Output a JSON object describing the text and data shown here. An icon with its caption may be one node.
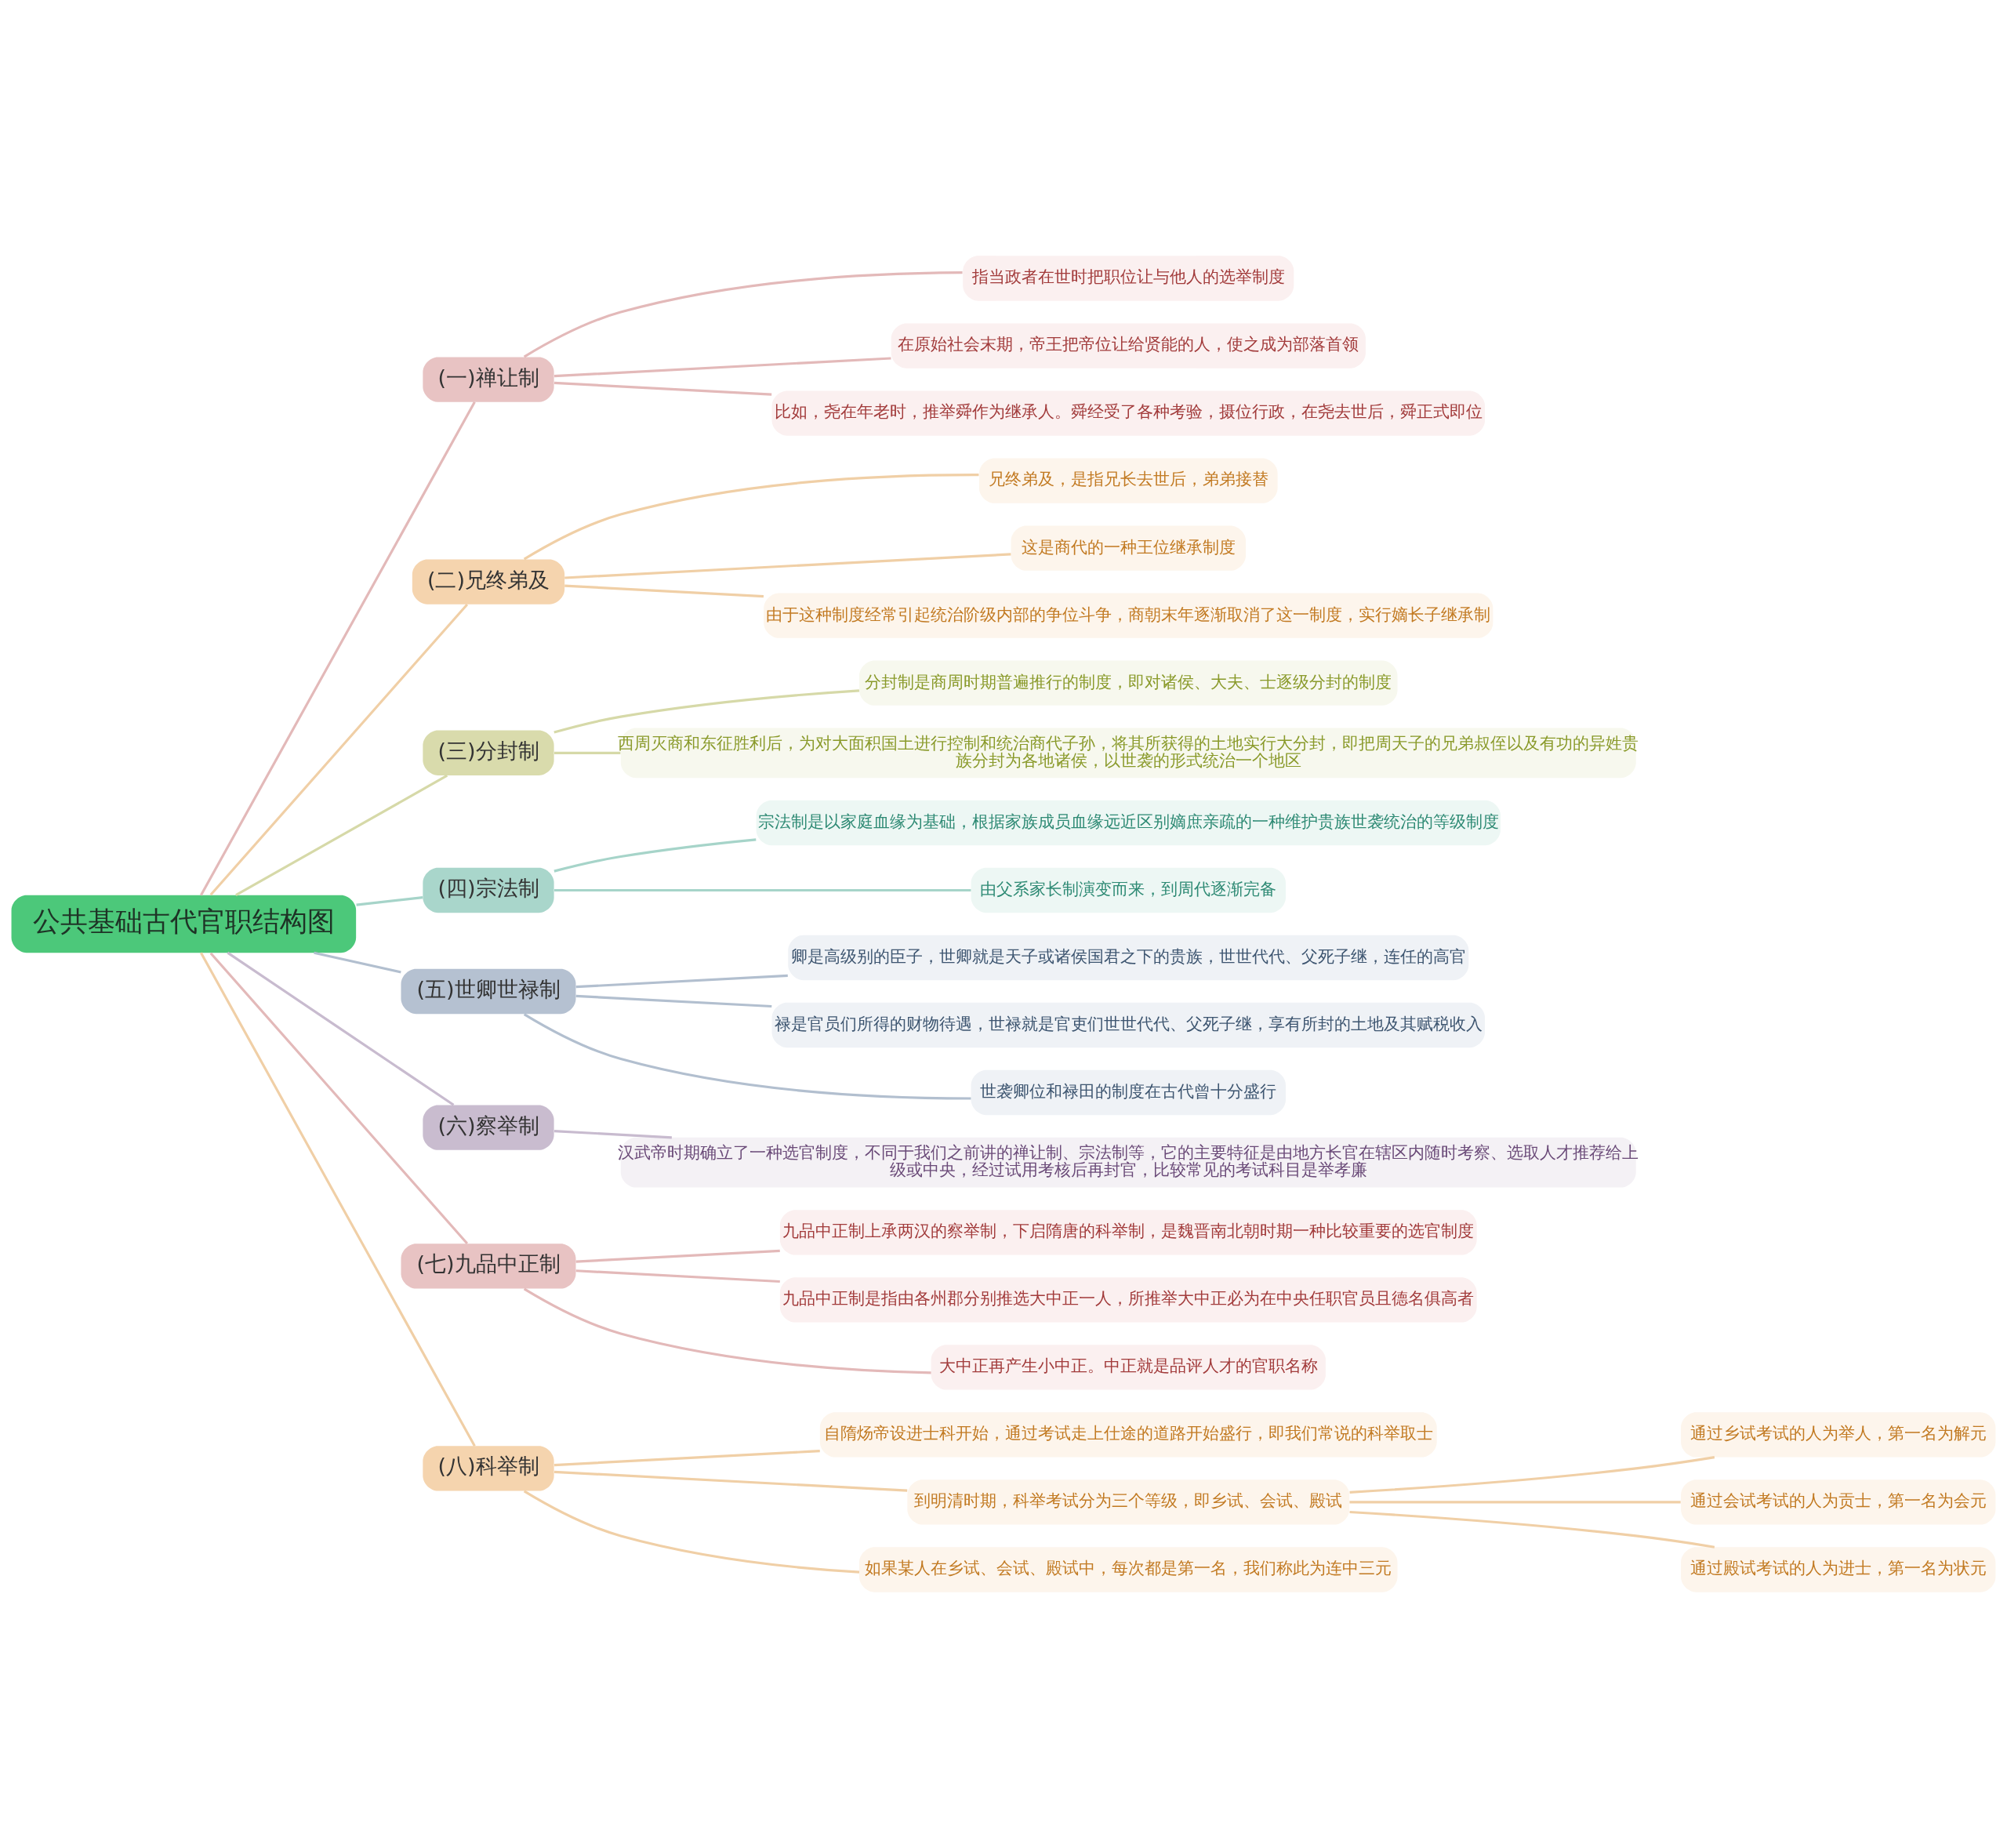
{
  "diagram": {
    "nodes": [
      {
        "text": [
          "公共基础古代官职结构图"
        ]
      },
      {
        "text": [
          "(一)禅让制"
        ]
      },
      {
        "text": [
          "指当政者在世时把职位让与他人的选举制度"
        ]
      },
      {
        "text": [
          "在原始社会末期，帝王把帝位让给贤能的人，使之成为部落首领"
        ]
      },
      {
        "text": [
          "比如，尧在年老时，推举舜作为继承人。舜经受了各种考验，摄位行政，在尧去世后，舜正式即位"
        ]
      },
      {
        "text": [
          "(二)兄终弟及"
        ]
      },
      {
        "text": [
          "兄终弟及，是指兄长去世后，弟弟接替"
        ]
      },
      {
        "text": [
          "这是商代的一种王位继承制度"
        ]
      },
      {
        "text": [
          "由于这种制度经常引起统治阶级内部的争位斗争，商朝末年逐渐取消了这一制度，实行嫡长子继承制"
        ]
      },
      {
        "text": [
          "(三)分封制"
        ]
      },
      {
        "text": [
          "分封制是商周时期普遍推行的制度，即对诸侯、大夫、士逐级分封的制度"
        ]
      },
      {
        "text": [
          "西周灭商和东征胜利后，为对大面积国土进行控制和统治商代子孙，将其所获得的土地实行大分封，即把周天子的兄弟叔侄以及有功的异姓贵族分封为各地诸侯，以世袭的形式统治一个地区"
        ]
      },
      {
        "text": [
          "(四)宗法制"
        ]
      },
      {
        "text": [
          "宗法制是以家庭血缘为基础，根据家族成员血缘远近区别嫡庶亲疏的一种维护贵族世袭统治的等级制度"
        ]
      },
      {
        "text": [
          "由父系家长制演变而来，到周代逐渐完备"
        ]
      },
      {
        "text": [
          "(五)世卿世禄制"
        ]
      },
      {
        "text": [
          "卿是高级别的臣子，世卿就是天子或诸侯国君之下的贵族，世世代代、父死子继，连任的高官"
        ]
      },
      {
        "text": [
          "禄是官员们所得的财物待遇，世禄就是官吏们世世代代、父死子继，享有所封的土地及其赋税收入"
        ]
      },
      {
        "text": [
          "世袭卿位和禄田的制度在古代曾十分盛行"
        ]
      },
      {
        "text": [
          "(六)察举制"
        ]
      },
      {
        "text": [
          "汉武帝时期确立了一种选官制度，不同于我们之前讲的禅让制、宗法制等，它的主要特征是由地方长官在辖区内随时考察、选取人才推荐给上级或中央，经过试用考核后再封官，比较常见的考试科目是举孝廉"
        ]
      },
      {
        "text": [
          "(七)九品中正制"
        ]
      },
      {
        "text": [
          "九品中正制上承两汉的察举制，下启隋唐的科举制，是魏晋南北朝时期一种比较重要的选官制度"
        ]
      },
      {
        "text": [
          "九品中正制是指由各州郡分别推选大中正一人，所推举大中正必为在中央任职官员且德名俱高者"
        ]
      },
      {
        "text": [
          "大中正再产生小中正。中正就是品评人才的官职名称"
        ]
      },
      {
        "text": [
          "(八)科举制"
        ]
      },
      {
        "text": [
          "自隋炀帝设进士科开始，通过考试走上仕途的道路开始盛行，即我们常说的科举取士"
        ]
      },
      {
        "text": [
          "到明清时期，科举考试分为三个等级，即乡试、会试、殿试"
        ]
      },
      {
        "text": [
          "通过乡试考试的人为举人，第一名为解元"
        ]
      },
      {
        "text": [
          "通过会试考试的人为贡士，第一名为会元"
        ]
      },
      {
        "text": [
          "通过殿试考试的人为进士，第一名为状元"
        ]
      },
      {
        "text": [
          "如果某人在乡试、会试、殿试中，每次都是第一名，我们称此为连中三元"
        ]
      }
    ],
    "edges": [
      {
        "from": 0,
        "to": 1,
        "arrow": "none",
        "color": "#e3b9b9"
      },
      {
        "from": 1,
        "to": 2,
        "arrow": "none",
        "color": "#e3b9b9"
      },
      {
        "from": 1,
        "to": 3,
        "arrow": "none",
        "color": "#e3b9b9"
      },
      {
        "from": 1,
        "to": 4,
        "arrow": "none",
        "color": "#e3b9b9"
      },
      {
        "from": 0,
        "to": 5,
        "arrow": "none",
        "color": "#f0cfa6"
      },
      {
        "from": 5,
        "to": 6,
        "arrow": "none",
        "color": "#f0cfa6"
      },
      {
        "from": 5,
        "to": 7,
        "arrow": "none",
        "color": "#f0cfa6"
      },
      {
        "from": 5,
        "to": 8,
        "arrow": "none",
        "color": "#f0cfa6"
      },
      {
        "from": 0,
        "to": 9,
        "arrow": "none",
        "color": "#d6d9a8"
      },
      {
        "from": 9,
        "to": 10,
        "arrow": "none",
        "color": "#d6d9a8"
      },
      {
        "from": 9,
        "to": 11,
        "arrow": "none",
        "color": "#d6d9a8"
      },
      {
        "from": 0,
        "to": 12,
        "arrow": "none",
        "color": "#a6d4c9"
      },
      {
        "from": 12,
        "to": 13,
        "arrow": "none",
        "color": "#a6d4c9"
      },
      {
        "from": 12,
        "to": 14,
        "arrow": "none",
        "color": "#a6d4c9"
      },
      {
        "from": 0,
        "to": 15,
        "arrow": "none",
        "color": "#b2bfcf"
      },
      {
        "from": 15,
        "to": 16,
        "arrow": "none",
        "color": "#b2bfcf"
      },
      {
        "from": 15,
        "to": 17,
        "arrow": "none",
        "color": "#b2bfcf"
      },
      {
        "from": 15,
        "to": 18,
        "arrow": "none",
        "color": "#b2bfcf"
      },
      {
        "from": 0,
        "to": 19,
        "arrow": "none",
        "color": "#c8bbcf"
      },
      {
        "from": 19,
        "to": 20,
        "arrow": "none",
        "color": "#c8bbcf"
      },
      {
        "from": 0,
        "to": 21,
        "arrow": "none",
        "color": "#e3b9b9"
      },
      {
        "from": 21,
        "to": 22,
        "arrow": "none",
        "color": "#e3b9b9"
      },
      {
        "from": 21,
        "to": 23,
        "arrow": "none",
        "color": "#e3b9b9"
      },
      {
        "from": 21,
        "to": 24,
        "arrow": "none",
        "color": "#e3b9b9"
      },
      {
        "from": 0,
        "to": 25,
        "arrow": "none",
        "color": "#f0cfa6"
      },
      {
        "from": 25,
        "to": 26,
        "arrow": "none",
        "color": "#f0cfa6"
      },
      {
        "from": 25,
        "to": 27,
        "arrow": "none",
        "color": "#f0cfa6"
      },
      {
        "from": 27,
        "to": 28,
        "arrow": "none",
        "color": "#f0cfa6"
      },
      {
        "from": 27,
        "to": 29,
        "arrow": "none",
        "color": "#f0cfa6"
      },
      {
        "from": 27,
        "to": 30,
        "arrow": "none",
        "color": "#f0cfa6"
      },
      {
        "from": 25,
        "to": 31,
        "arrow": "none",
        "color": "#f0cfa6"
      }
    ]
  }
}
